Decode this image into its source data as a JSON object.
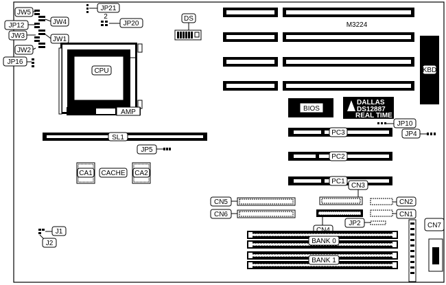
{
  "labels": {
    "jw5": "JW5",
    "jp21": "JP21",
    "jw4": "JW4",
    "jp12": "JP12",
    "jp20": "JP20",
    "two": "2",
    "ds": "DS",
    "m3224": "M3224",
    "jw3": "JW3",
    "jw1": "JW1",
    "jw2": "JW2",
    "jp16": "JP16",
    "cpu": "CPU",
    "amp": "AMP",
    "kbd": "KBD",
    "bios": "BIOS",
    "dallas": "DALLAS",
    "ds_chip": "DS12887",
    "real_time": "REAL TIME",
    "jp10": "JP10",
    "jp4": "JP4",
    "pc3": "PC3",
    "pc2": "PC2",
    "pc1": "PC1",
    "sl1": "SL1",
    "jp5": "JP5",
    "ca1": "CA1",
    "cache": "CACHE",
    "ca2": "CA2",
    "cn3": "CN3",
    "cn5": "CN5",
    "cn2": "CN2",
    "cn6": "CN6",
    "cn1": "CN1",
    "cn7": "CN7",
    "jp2": "JP2",
    "cn4": "CN4",
    "bank0": "BANK 0",
    "bank1": "BANK 1",
    "j1": "J1",
    "j2": "J2"
  }
}
